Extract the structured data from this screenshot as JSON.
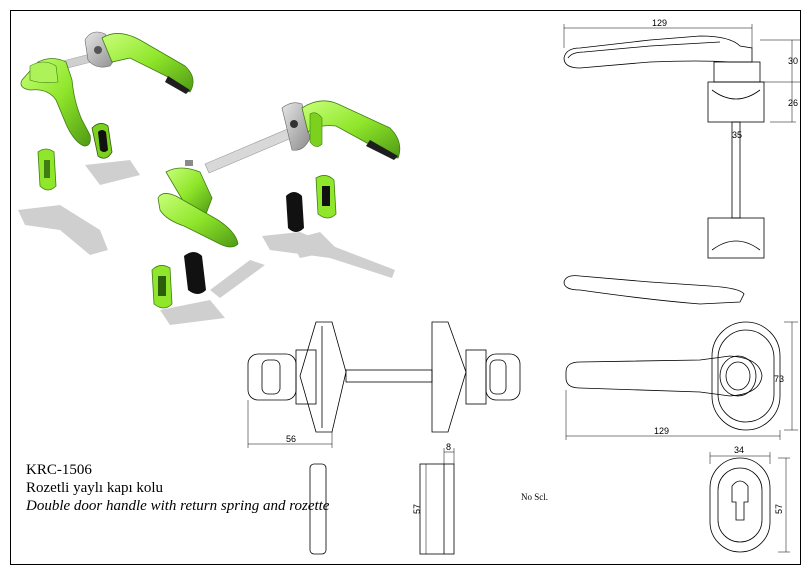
{
  "title": {
    "code": "KRC-1506",
    "name_tr": "Rozetli yaylı kapı kolu",
    "name_en": "Double door handle with return spring and rozette"
  },
  "scale_note": "No Scl.",
  "dimensions": {
    "side_length": "129",
    "side_height": "30",
    "rosette_depth": "26",
    "spindle": "35",
    "top_length": "129",
    "top_height": "73",
    "front_width": "56",
    "plate_thickness": "8",
    "plate_height_a": "57",
    "plate_height_b": "57",
    "plate_width": "34"
  },
  "colors": {
    "handle_green": "#8fe62a",
    "handle_dark": "#3f7d12",
    "rosette_grey": "#b9b9b9",
    "shadow_grey": "#c9c9c9",
    "line": "#000000"
  }
}
